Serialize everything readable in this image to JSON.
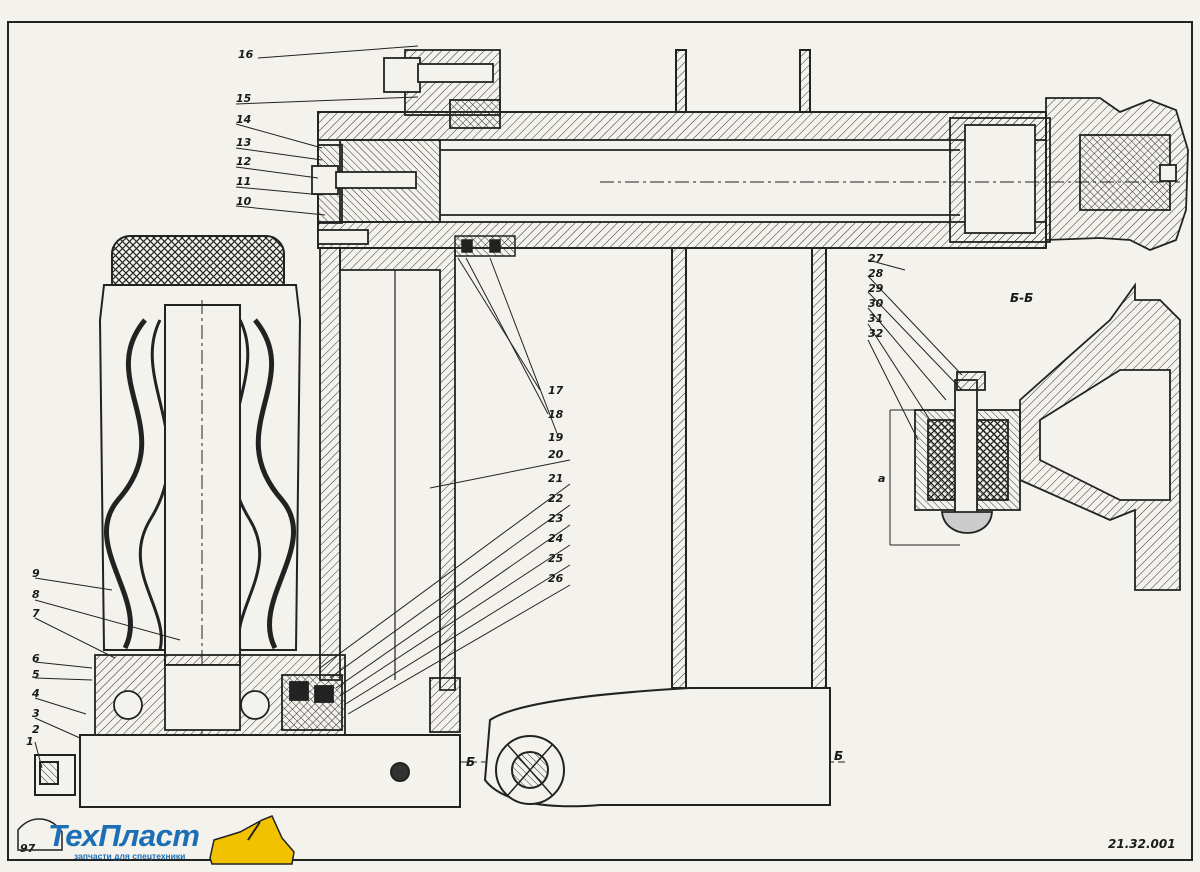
{
  "drawing": {
    "doc_number": "21.32.001",
    "page_number": "97",
    "section_label": "Б-Б",
    "section_mark": "Б",
    "dimension_label": "a"
  },
  "callouts": [
    "1",
    "2",
    "3",
    "4",
    "5",
    "6",
    "7",
    "8",
    "9",
    "10",
    "11",
    "12",
    "13",
    "14",
    "15",
    "16",
    "17",
    "18",
    "19",
    "20",
    "21",
    "22",
    "23",
    "24",
    "25",
    "26",
    "27",
    "28",
    "29",
    "30",
    "31",
    "32"
  ],
  "logo": {
    "brand": "ТехПласт",
    "tagline": "запчасти для спецтехники",
    "brand_color": "#1c6fb5",
    "accent_color": "#f2c200"
  }
}
